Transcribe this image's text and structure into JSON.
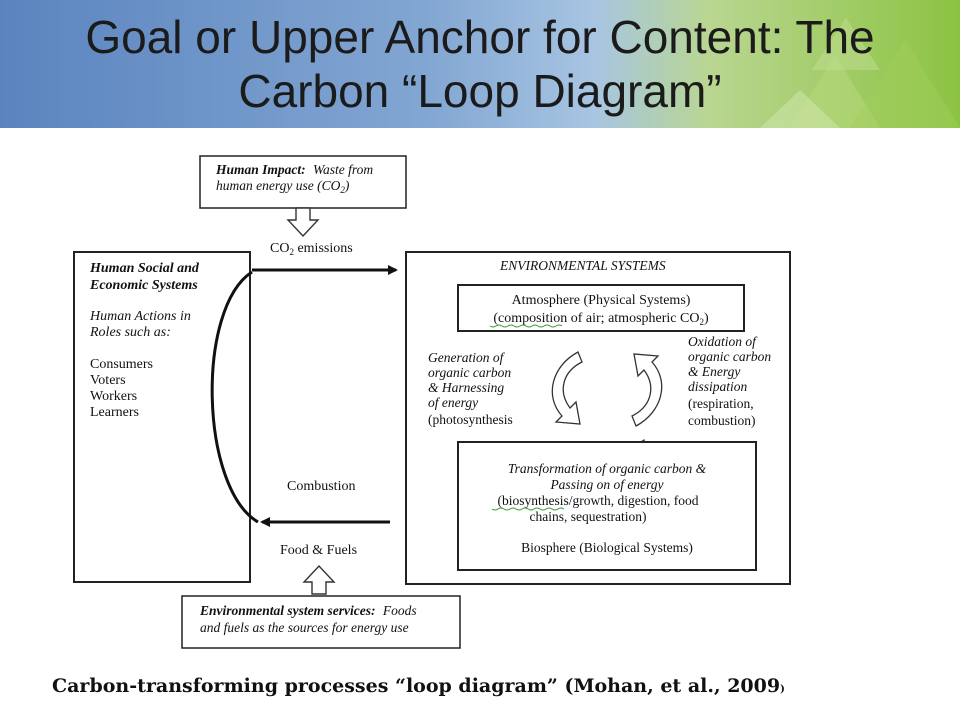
{
  "slide": {
    "title_line1": "Goal or Upper Anchor for Content: The",
    "title_line2": "Carbon “Loop Diagram”",
    "caption": "Carbon-transforming processes “loop diagram” (Mohan, et al., 2009",
    "caption_end": ")"
  },
  "colors": {
    "header_blue": "#5b84bf",
    "header_green": "#8cc342",
    "ink": "#111111"
  },
  "diagram": {
    "human_impact": {
      "label": "Human Impact:",
      "text_1": "Waste from",
      "text_2": "human energy use (CO",
      "text_2_sub": "2",
      "text_2_end": ")"
    },
    "co2_emissions": {
      "text": "CO",
      "sub": "2",
      "end": " emissions"
    },
    "human_systems": {
      "title_1": "Human Social and",
      "title_2": "Economic Systems",
      "actions_1": "Human Actions in",
      "actions_2": "Roles such as:",
      "roles": [
        "Consumers",
        "Voters",
        "Workers",
        "Learners"
      ]
    },
    "environmental_systems": {
      "title": "ENVIRONMENTAL SYSTEMS",
      "atmosphere_1": "Atmosphere (Physical Systems)",
      "atmosphere_2": "(composition of air; atmospheric CO",
      "atmosphere_2_sub": "2",
      "atmosphere_2_end": ")",
      "generation": [
        "Generation of",
        "organic carbon",
        "& Harnessing",
        "of energy",
        "(photosynthesis"
      ],
      "oxidation": [
        "Oxidation of",
        "organic carbon",
        "& Energy",
        "dissipation",
        "(respiration,",
        "combustion)"
      ],
      "transformation": [
        "Transformation of organic carbon &",
        "Passing on of energy",
        "(biosynthesis/growth, digestion, food",
        "chains, sequestration)"
      ],
      "biosphere": "Biosphere (Biological Systems)"
    },
    "combustion": "Combustion",
    "food_fuels": "Food & Fuels",
    "services": {
      "label": "Environmental system services:",
      "text_1": "Foods",
      "text_2": "and fuels as the sources for energy use"
    }
  }
}
